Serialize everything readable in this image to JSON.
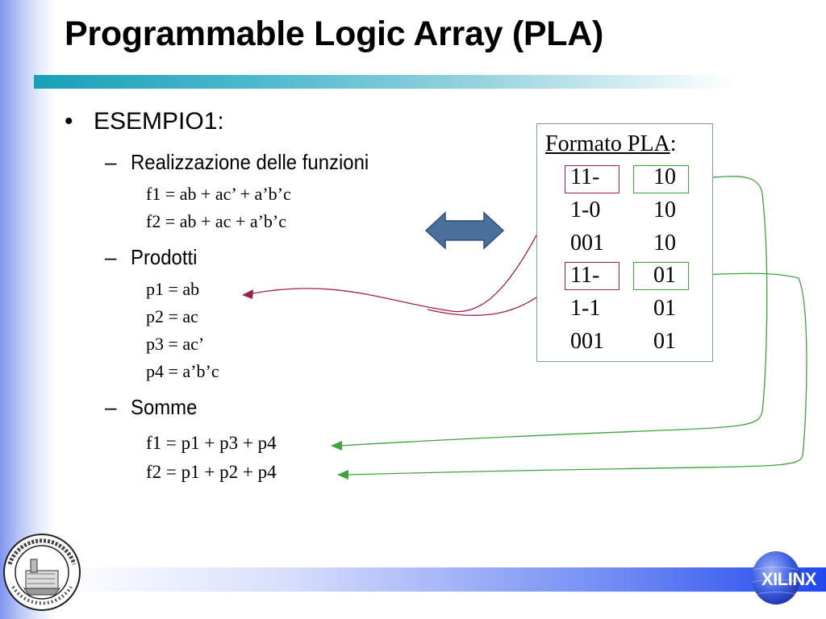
{
  "slide": {
    "title": "Programmable Logic Array (PLA)",
    "bullet_symbol": "•",
    "dash_symbol": "–",
    "example_label": "ESEMPIO1:",
    "functions": {
      "heading": "Realizzazione delle funzioni",
      "lines": [
        "f1 = ab + ac’ + a’b’c",
        "f2 = ab + ac + a’b’c"
      ]
    },
    "products": {
      "heading": "Prodotti",
      "lines": [
        "p1 = ab",
        "p2 = ac",
        "p3 = ac’",
        "p4 = a’b’c"
      ]
    },
    "sums": {
      "heading": "Somme",
      "lines": [
        "f1 = p1 + p3 + p4",
        "f2 = p1 + p2 + p4"
      ]
    },
    "pla_format": {
      "title_underlined": "Formato PLA",
      "title_suffix": ":",
      "rows": [
        {
          "inputs": "11-",
          "outputs": "10"
        },
        {
          "inputs": "1-0",
          "outputs": "10"
        },
        {
          "inputs": "001",
          "outputs": "10"
        },
        {
          "inputs": "11-",
          "outputs": "01"
        },
        {
          "inputs": "1-1",
          "outputs": "01"
        },
        {
          "inputs": "001",
          "outputs": "01"
        }
      ]
    },
    "logos": {
      "left": "universita-trieste-seal",
      "right": "xilinx-logo",
      "right_text": "XILINX"
    },
    "colors": {
      "title_bar": "#1a9fb9",
      "bottom_bar": "#2148ee",
      "arrow_fill": "#4a6f9c",
      "product_link": "#9c1f4a",
      "sum_link": "#3fa23a"
    }
  }
}
